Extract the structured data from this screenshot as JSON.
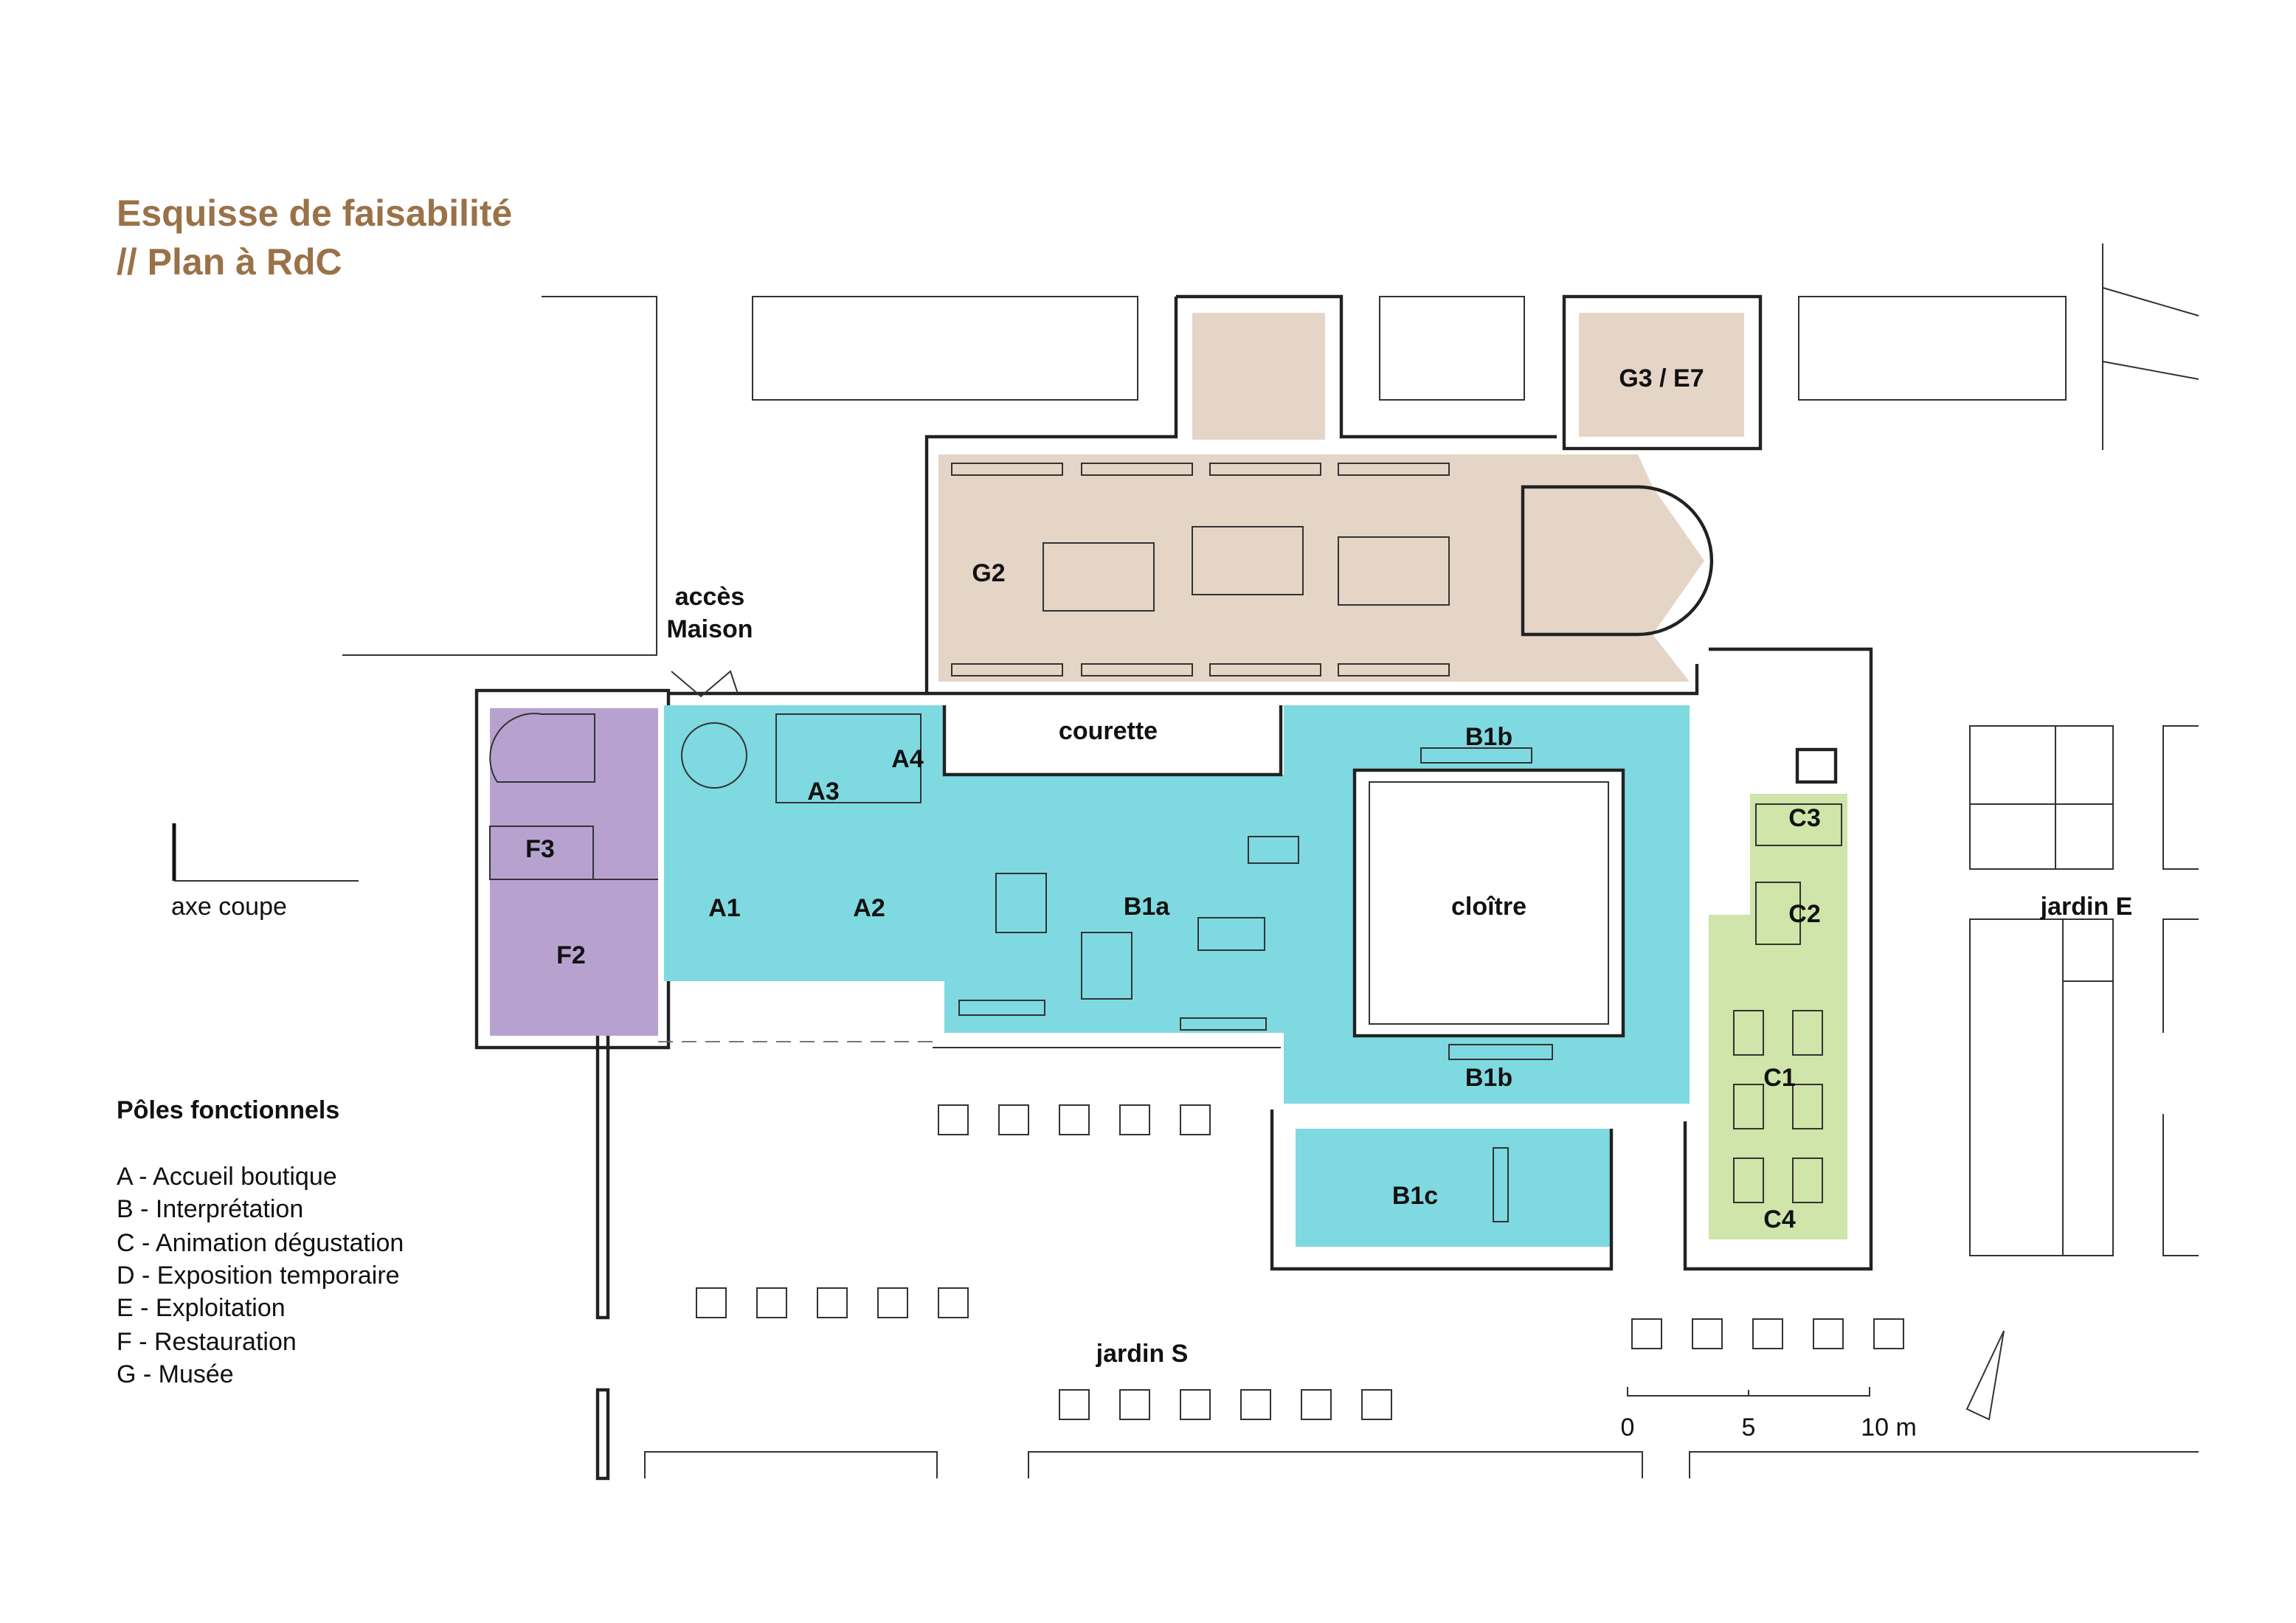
{
  "title": {
    "line1": "Esquisse de faisabilité",
    "line2": "// Plan à RdC"
  },
  "colors": {
    "title": "#9a7248",
    "zone_A_B": "#7fd9e1",
    "zone_C": "#cfe5a9",
    "zone_F": "#b7a2cf",
    "zone_G": "#e4d5c7"
  },
  "labels": {
    "acces_line1": "accès",
    "acces_line2": "Maison",
    "courette": "courette",
    "cloitre": "cloître",
    "jardin_e": "jardin E",
    "jardin_s": "jardin S",
    "axe_coupe": "axe coupe"
  },
  "rooms": {
    "g2": "G2",
    "g3e7": "G3 / E7",
    "a1": "A1",
    "a2": "A2",
    "a3": "A3",
    "a4": "A4",
    "b1a": "B1a",
    "b1b_top": "B1b",
    "b1b_bottom": "B1b",
    "b1c": "B1c",
    "c1": "C1",
    "c2": "C2",
    "c3": "C3",
    "c4": "C4",
    "f2": "F2",
    "f3": "F3"
  },
  "legend": {
    "heading": "Pôles fonctionnels",
    "items": [
      "A - Accueil boutique",
      "B - Interprétation",
      "C - Animation dégustation",
      "D - Exposition temporaire",
      "E - Exploitation",
      "F - Restauration",
      "G - Musée"
    ]
  },
  "scale_bar": {
    "ticks": [
      "0",
      "5",
      "10 m"
    ]
  },
  "north_arrow": "north-arrow"
}
